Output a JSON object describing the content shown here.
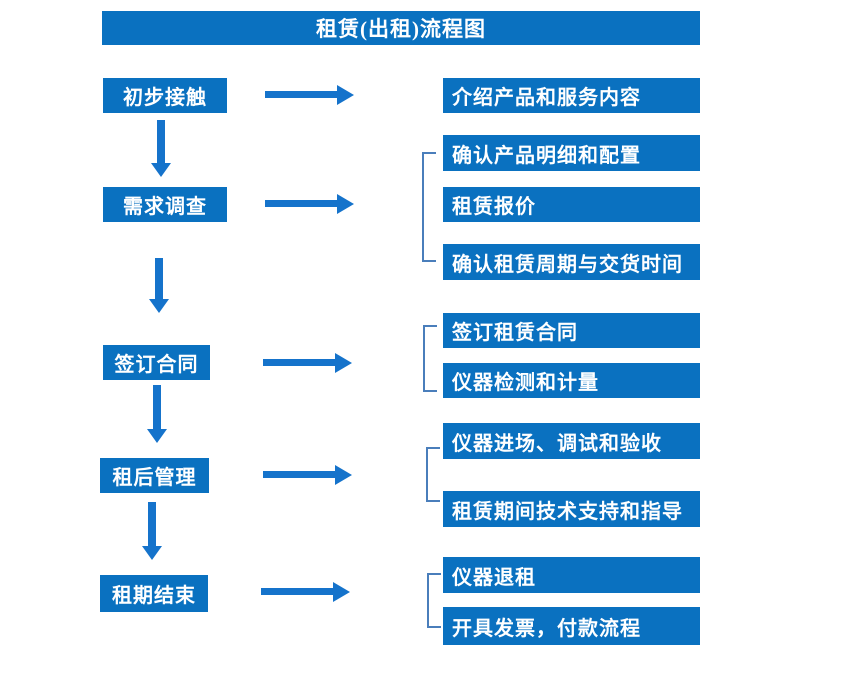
{
  "flow": {
    "title": "租赁(出租)流程图",
    "steps": [
      {
        "label": "初步接触",
        "details": [
          "介绍产品和服务内容"
        ]
      },
      {
        "label": "需求调查",
        "details": [
          "确认产品明细和配置",
          "租赁报价",
          "确认租赁周期与交货时间"
        ]
      },
      {
        "label": "签订合同",
        "details": [
          "签订租赁合同",
          "仪器检测和计量"
        ]
      },
      {
        "label": "租后管理",
        "details": [
          "仪器进场、调试和验收",
          "租赁期间技术支持和指导"
        ]
      },
      {
        "label": "租期结束",
        "details": [
          "仪器退租",
          "开具发票，付款流程"
        ]
      }
    ]
  },
  "colors": {
    "box_blue": "#0a71c0",
    "arrow_blue": "#1573cb",
    "bracket_blue": "#4a7ebb",
    "text_white": "#ffffff",
    "background": "#ffffff"
  }
}
